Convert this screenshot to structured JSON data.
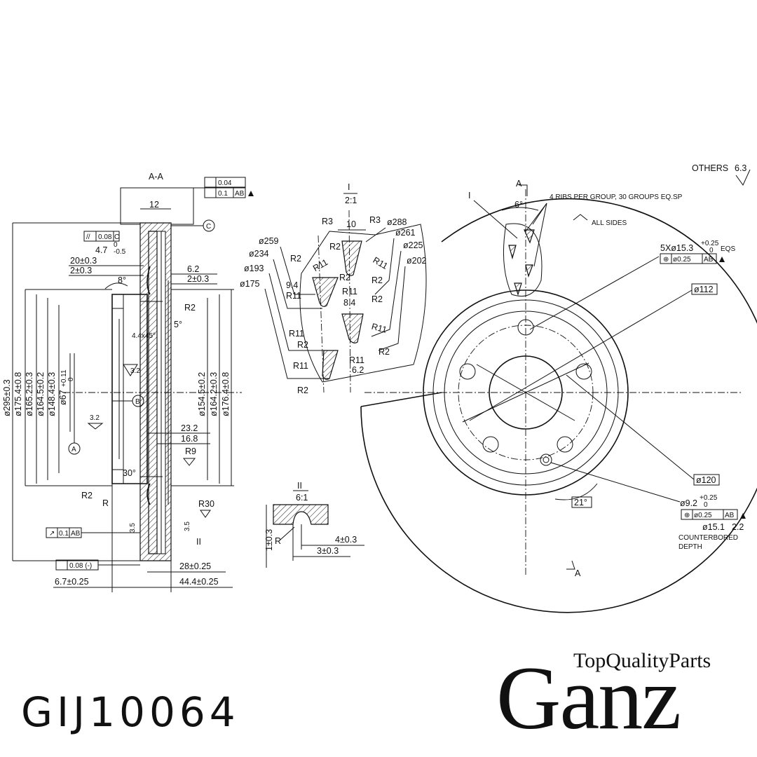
{
  "drawing": {
    "section_label": "A-A",
    "others_label": "OTHERS",
    "others_roughness": "6.3",
    "detail1": {
      "label": "I",
      "scale": "2:1"
    },
    "detail2": {
      "label": "II",
      "scale": "6:1"
    },
    "section_cut_letter": "A",
    "ribs_note": "4 RIBS PER GROUP, 30 GROUPS EQ.SP",
    "all_sides": "ALL SIDES",
    "datum_a": "A",
    "datum_b": "B",
    "datum_c": "C",
    "tol_flatness": "0.04",
    "tol_runout_top": "0.1",
    "tol_runout_ref": "AB",
    "tol_parallel": "0.08",
    "tol_parallel_ref": "C",
    "tol_runout_side": "0.1",
    "tol_flatness_bottom": "0.08 (-)",
    "section_dims": {
      "d12": "12",
      "d47": "4.7",
      "d47_tol": "-0.5",
      "d47_tol0": "0",
      "d20": "20±0.3",
      "d2a": "2±0.3",
      "d62": "6.2",
      "d2b": "2±0.3",
      "ang8": "8°",
      "ang5": "5°",
      "r2a": "R2",
      "chamfer": "4.4x45°",
      "rough32a": "3.2",
      "rough32b": "3.2",
      "d232": "23.2",
      "d168": "16.8",
      "r9": "R9",
      "ang30": "30°",
      "r2b": "R2",
      "r_gen": "R",
      "r30": "R30",
      "rough35a": "3.5",
      "rough35b": "3.5",
      "detail2_ref": "II",
      "d28": "28±0.25",
      "d67b": "6.7±0.25",
      "d444": "44.4±0.25"
    },
    "vertical_dims": [
      "ø295±0.3",
      "ø175.4±0.8",
      "ø165.2±0.3",
      "ø164.5±0.2",
      "ø148.4±0.3",
      "ø67",
      "ø154.5±0.2",
      "ø164.2±0.3",
      "ø176.4±0.8"
    ],
    "d67_tol": "+0.11",
    "d67_tol0": "0",
    "detail1_dims": {
      "r3a": "R3",
      "d10": "10",
      "r3b": "R3",
      "d288": "ø288",
      "d261": "ø261",
      "d225": "ø225",
      "d202": "ø202",
      "d259": "ø259",
      "d234": "ø234",
      "d193": "ø193",
      "d175": "ø175",
      "r2_1": "R2",
      "r11_1": "R11",
      "r2_2": "R2",
      "d94": "9.4",
      "r2_3": "R2",
      "r11_2": "R11",
      "r11_3": "R11",
      "r11_4": "R11",
      "r2_4": "R2",
      "d84": "8.4",
      "r2_5": "R2",
      "r11_5": "R11",
      "r11_6": "R11",
      "r2_6": "R2",
      "r2_7": "R2",
      "r11_7": "R11",
      "r11_8": "R11",
      "d62": "6.2",
      "r2_8": "R2"
    },
    "detail2_dims": {
      "r": "R",
      "d1": "1±0.3",
      "d4": "4±0.3",
      "d3": "3±0.3"
    },
    "front_dims": {
      "ang6": "6°",
      "holes": "5Xø15.3",
      "holes_tol": "+0.25",
      "holes_tol0": "0",
      "eqs": "EQS",
      "pos_tol": "ø0.25",
      "pos_ref": "AB",
      "d112": "ø112",
      "d120": "ø120",
      "ang21": "21°",
      "d92": "ø9.2",
      "d92_tol": "+0.25",
      "d92_tol0": "0",
      "pos_tol2": "ø0.25",
      "pos_ref2": "AB",
      "cb_dia": "ø15.1",
      "cb_depth": "2.2",
      "counterbored": "COUNTERBORED",
      "depth": "DEPTH"
    }
  },
  "part_number": "GIJ10064",
  "brand": {
    "tagline": "TopQualityParts",
    "name": "Ganz"
  }
}
